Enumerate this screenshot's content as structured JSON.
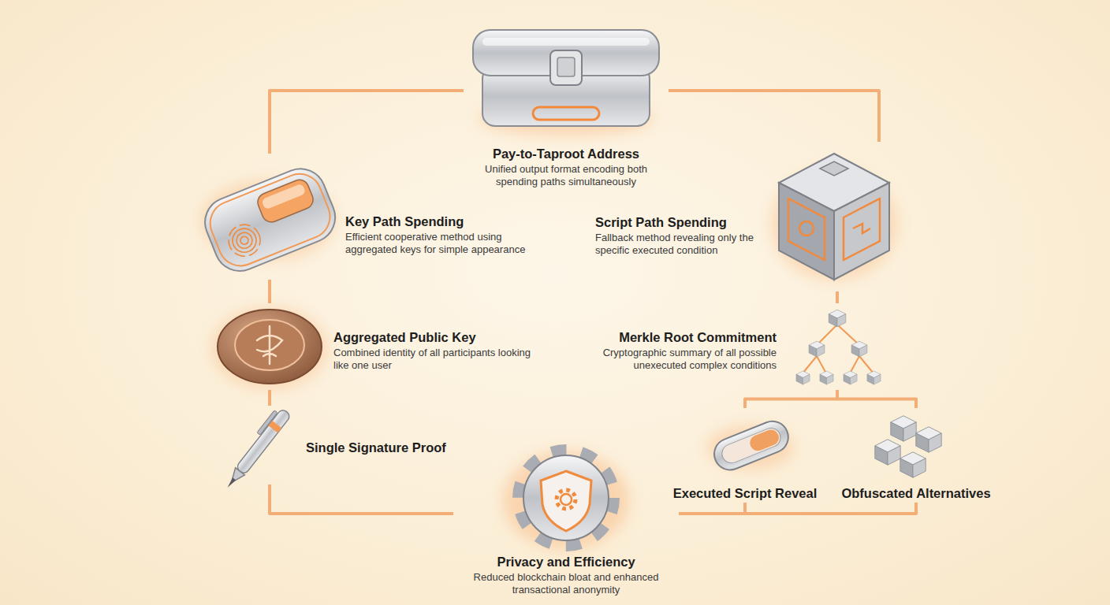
{
  "diagram": {
    "nodes": [
      {
        "text": [
          "Pay-to-Taproot Address",
          "Unified output format encoding both spending paths simultaneously"
        ]
      },
      {
        "text": [
          "Key Path Spending",
          "Efficient cooperative method using aggregated keys for simple appearance"
        ]
      },
      {
        "text": [
          "Script Path Spending",
          "Fallback method revealing only the specific executed condition"
        ]
      },
      {
        "text": [
          "Aggregated Public Key",
          "Combined identity of all participants looking like one user"
        ]
      },
      {
        "text": [
          "Merkle Root Commitment",
          "Cryptographic summary of all possible unexecuted complex conditions"
        ]
      },
      {
        "text": [
          "Single Signature Proof"
        ]
      },
      {
        "text": [
          "Executed Script Reveal"
        ]
      },
      {
        "text": [
          "Obfuscated Alternatives"
        ]
      },
      {
        "text": [
          "Privacy and Efficiency",
          "Reduced blockchain bloat and enhanced transactional anonymity"
        ]
      }
    ],
    "edges": [
      {
        "from": 0,
        "to": 1,
        "arrow": "none"
      },
      {
        "from": 1,
        "to": 3,
        "arrow": "none"
      },
      {
        "from": 3,
        "to": 5,
        "arrow": "none"
      },
      {
        "from": 5,
        "to": 8,
        "arrow": "none"
      },
      {
        "from": 0,
        "to": 2,
        "arrow": "none"
      },
      {
        "from": 2,
        "to": 4,
        "arrow": "none"
      },
      {
        "from": 4,
        "to": 6,
        "arrow": "none"
      },
      {
        "from": 4,
        "to": 7,
        "arrow": "none"
      },
      {
        "from": 6,
        "to": 8,
        "arrow": "none"
      },
      {
        "from": 7,
        "to": 8,
        "arrow": "none"
      }
    ]
  }
}
